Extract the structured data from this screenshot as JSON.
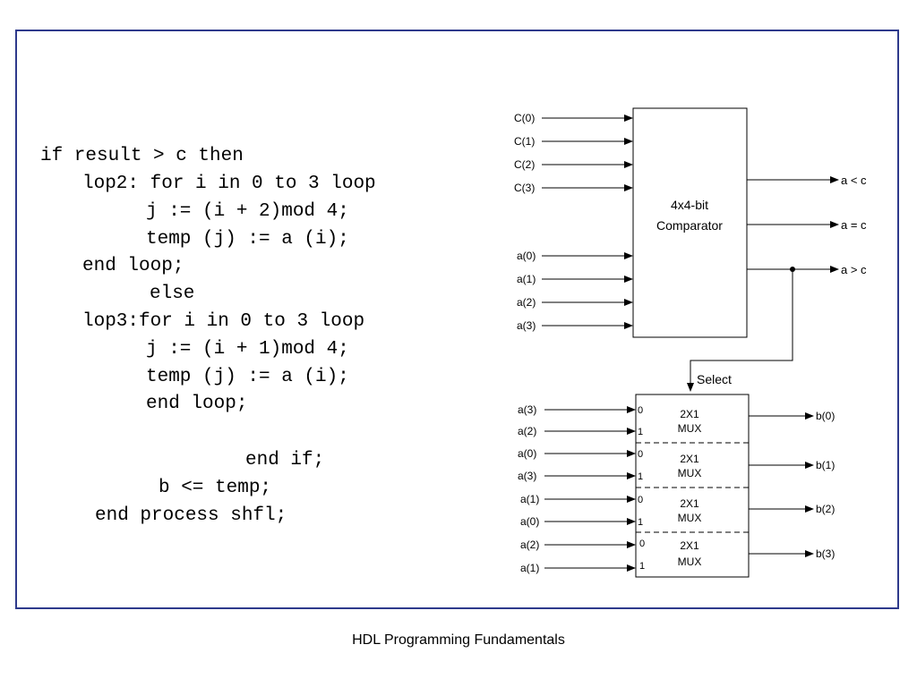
{
  "code_lines": [
    "if result > c then",
    "lop2: for i in 0 to 3 loop",
    "j := (i + 2)mod 4;",
    "temp (j) := a (i);",
    "end loop;",
    "else",
    "lop3:for i in 0 to 3 loop",
    "j := (i + 1)mod 4;",
    "temp (j) := a (i);",
    "end loop;",
    "end if;",
    "b <= temp;",
    "end process shfl;"
  ],
  "comparator": {
    "title_line1": "4x4-bit",
    "title_line2": "Comparator",
    "c_inputs": [
      "C(0)",
      "C(1)",
      "C(2)",
      "C(3)"
    ],
    "a_inputs": [
      "a(0)",
      "a(1)",
      "a(2)",
      "a(3)"
    ],
    "outputs": [
      "a < c",
      "a = c",
      "a > c"
    ]
  },
  "select_label": "Select",
  "mux": {
    "label_line1": "2X1",
    "label_line2": "MUX",
    "port0": "0",
    "port1": "1",
    "units": [
      {
        "in0": "a(3)",
        "in1": "a(2)",
        "out": "b(0)"
      },
      {
        "in0": "a(0)",
        "in1": "a(3)",
        "out": "b(1)"
      },
      {
        "in0": "a(1)",
        "in1": "a(0)",
        "out": "b(2)"
      },
      {
        "in0": "a(2)",
        "in1": "a(1)",
        "out": "b(3)"
      }
    ]
  },
  "footer": "HDL Programming Fundamentals",
  "colors": {
    "frame": "#2e3a8c",
    "ink": "#000000"
  }
}
